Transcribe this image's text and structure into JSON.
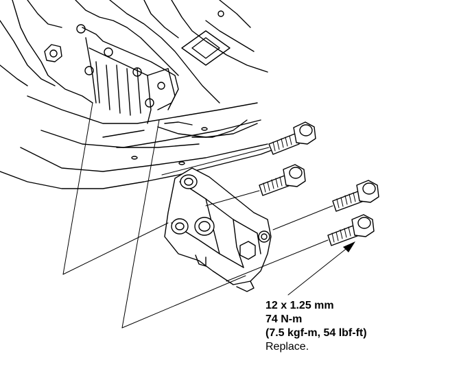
{
  "spec": {
    "size": "12 x 1.25 mm",
    "torque_nm": "74 N-m",
    "torque_alt": "(7.5 kgf-m, 54 lbf-ft)",
    "note": "Replace."
  },
  "colors": {
    "ink": "#000000",
    "paper": "#ffffff"
  }
}
